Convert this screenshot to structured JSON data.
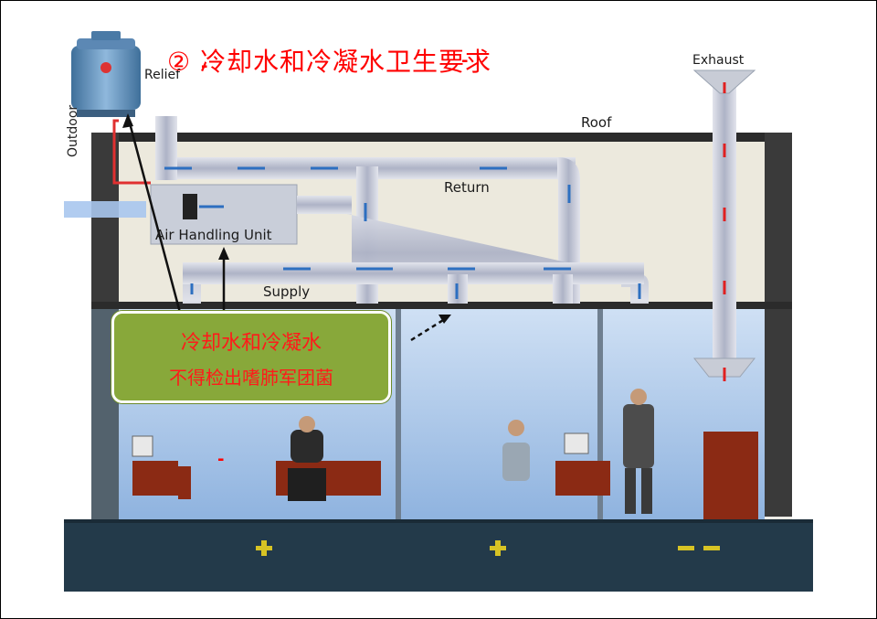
{
  "title": "② 冷却水和冷凝水卫生要求",
  "labels": {
    "relief": "Relief",
    "exhaust": "Exhaust",
    "roof": "Roof",
    "return": "Return",
    "supply": "Supply",
    "outdoor": "Outdoor",
    "ahu": "Air Handling Unit"
  },
  "callout": {
    "line1": "冷却水和冷凝水",
    "line2": "不得检出嗜肺军团菌"
  },
  "marks": {
    "dash": "-",
    "plus": "+",
    "double_dash": "– –"
  },
  "colors": {
    "title": "#ff0000",
    "callout_bg": "#88a83a",
    "duct": "#b8bccb",
    "floor": "#233a4a",
    "flow_arrow": "#2d6fc0",
    "exhaust_arrow": "#e02020"
  }
}
